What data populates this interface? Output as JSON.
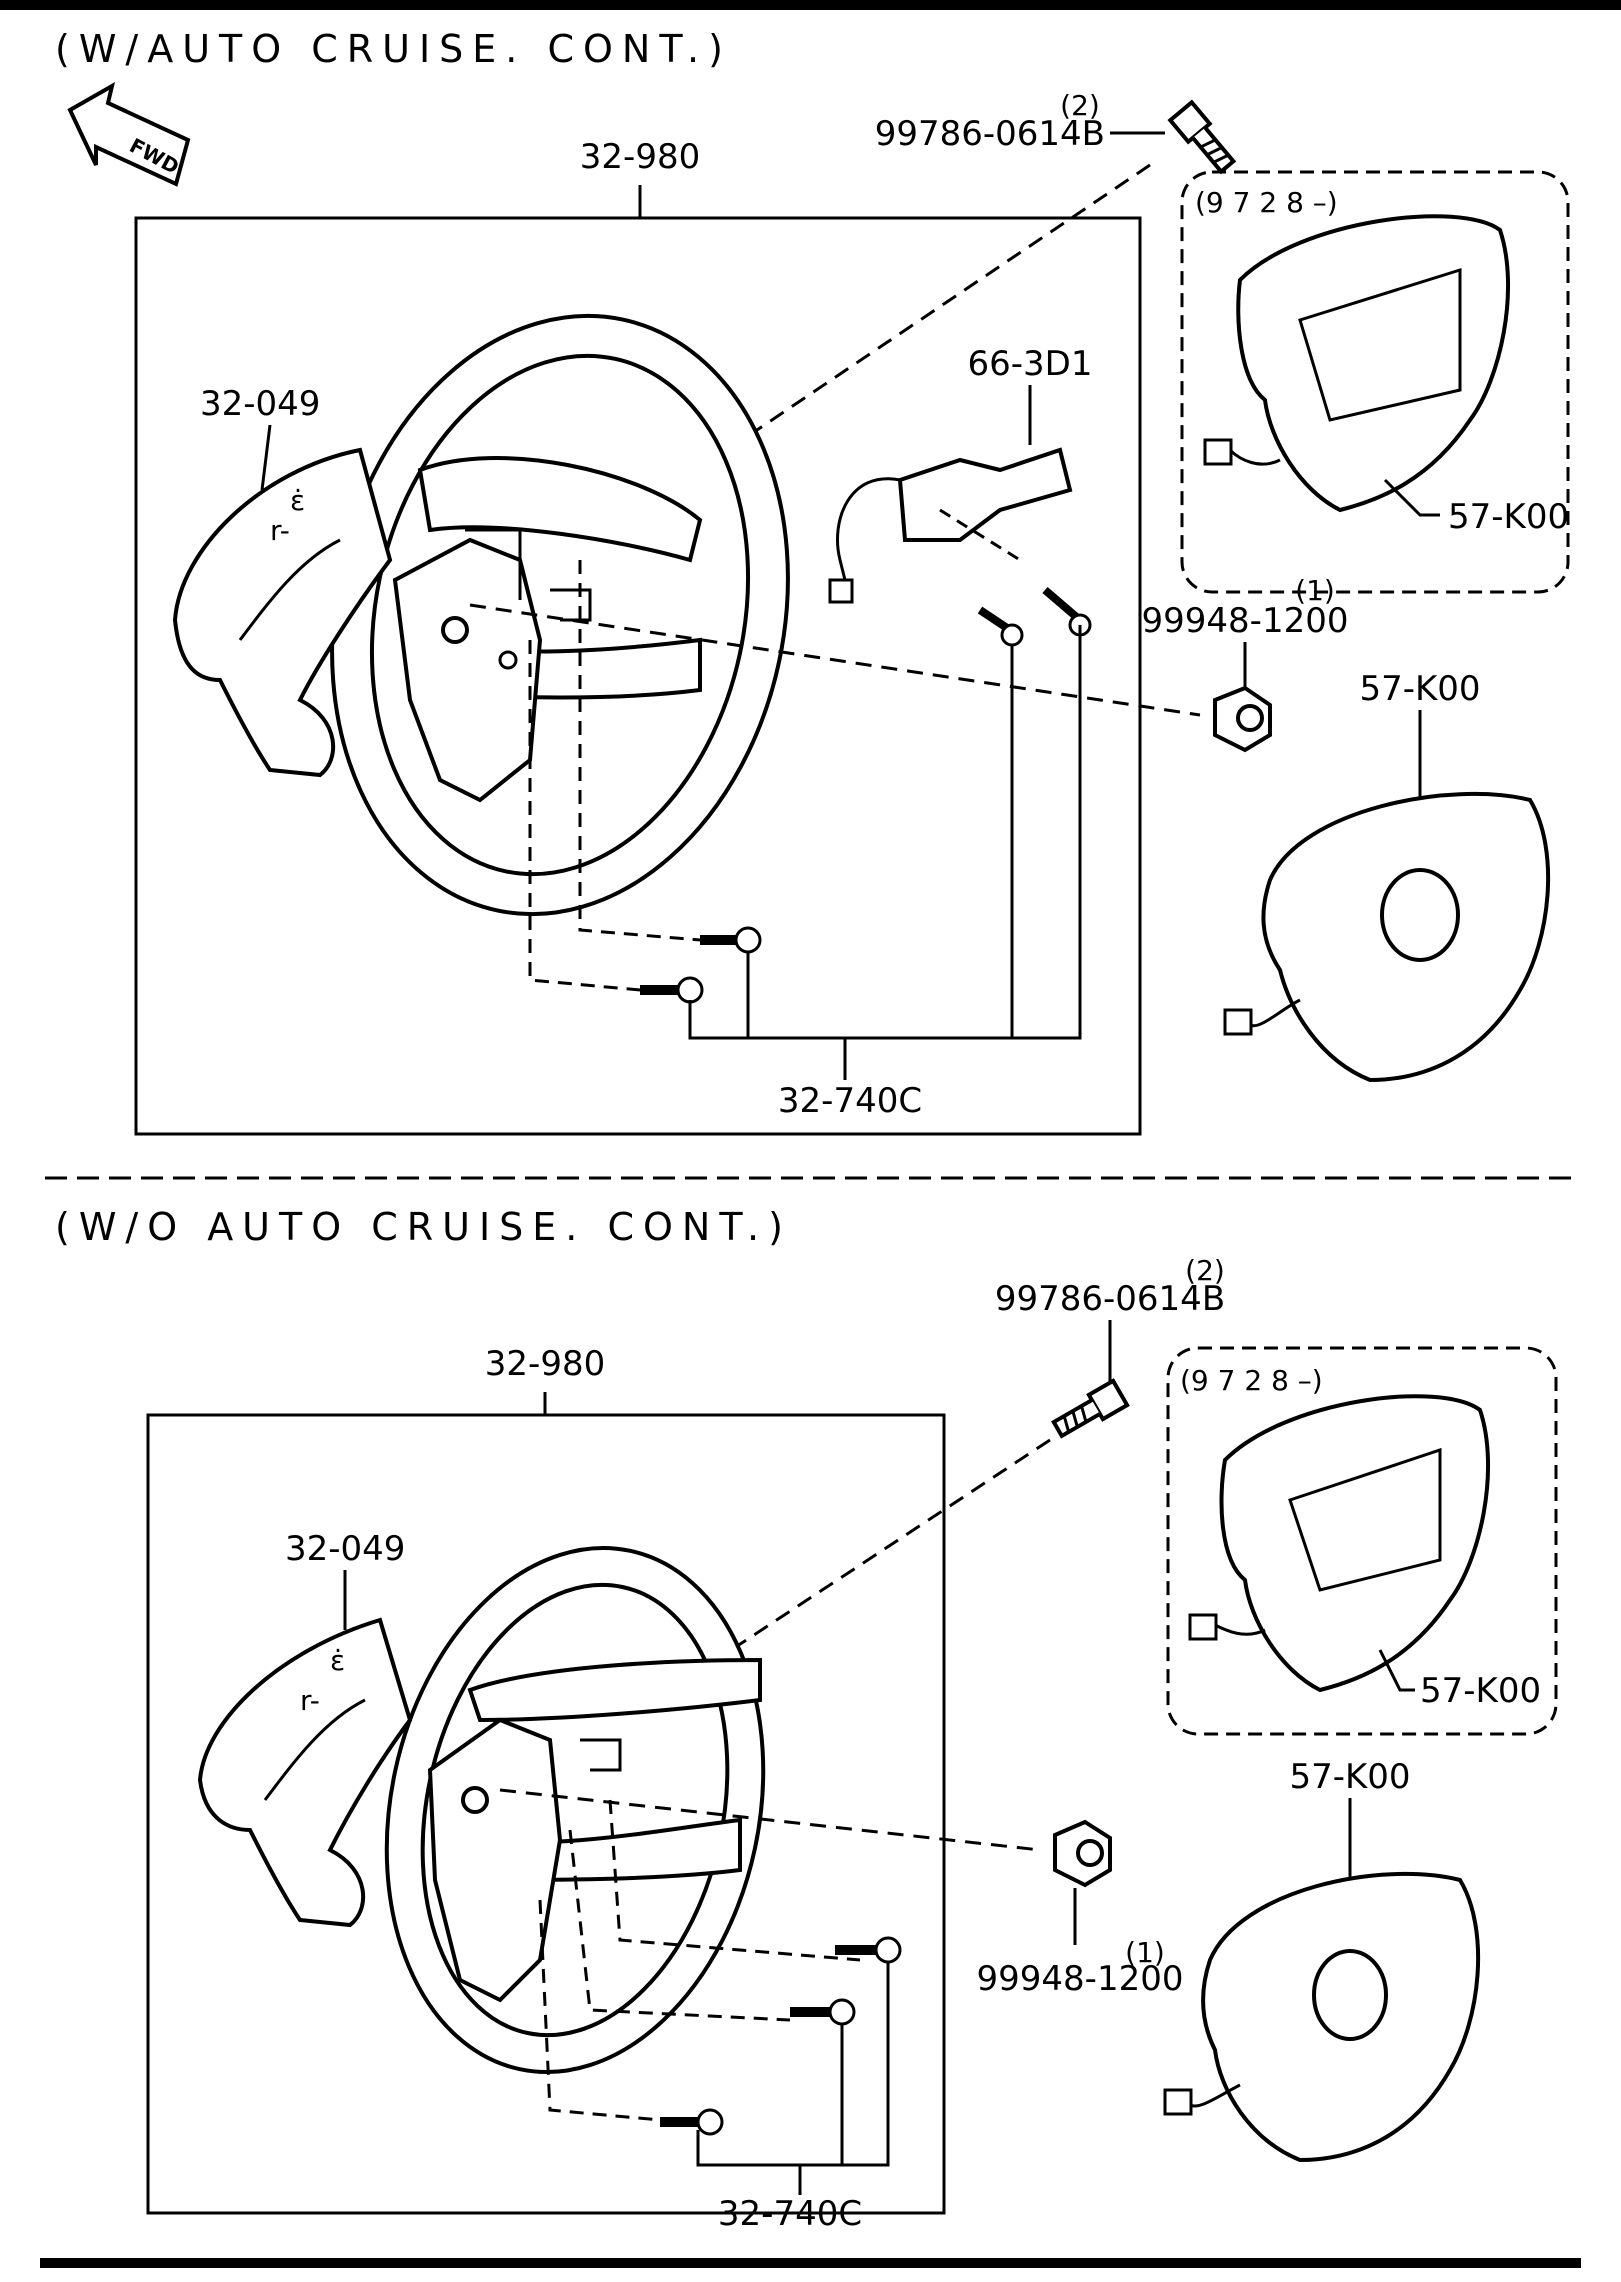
{
  "sections": [
    {
      "heading": "(W/AUTO CRUISE. CONT.)",
      "labels": {
        "bolt": "99786-0614B",
        "bolt_qty": "(2)",
        "wheel": "32-980",
        "cover": "32-049",
        "switch": "66-3D1",
        "option_range": "(9 7 2 8 –)",
        "airbag_boxed": "57-K00",
        "nut": "99948-1200",
        "nut_qty": "(1)",
        "airbag": "57-K00",
        "screws": "32-740C"
      }
    },
    {
      "heading": "(W/O AUTO CRUISE. CONT.)",
      "labels": {
        "bolt": "99786-0614B",
        "bolt_qty": "(2)",
        "wheel": "32-980",
        "cover": "32-049",
        "option_range": "(9 7 2 8 –)",
        "airbag_boxed": "57-K00",
        "nut": "99948-1200",
        "nut_qty": "(1)",
        "airbag": "57-K00",
        "screws": "32-740C"
      }
    }
  ],
  "fwd_label": "FWD",
  "icons": [
    "fwd-arrow-icon",
    "bolt-icon",
    "nut-icon",
    "screw-icon",
    "airbag-icon",
    "steering-wheel-icon",
    "switch-icon"
  ]
}
